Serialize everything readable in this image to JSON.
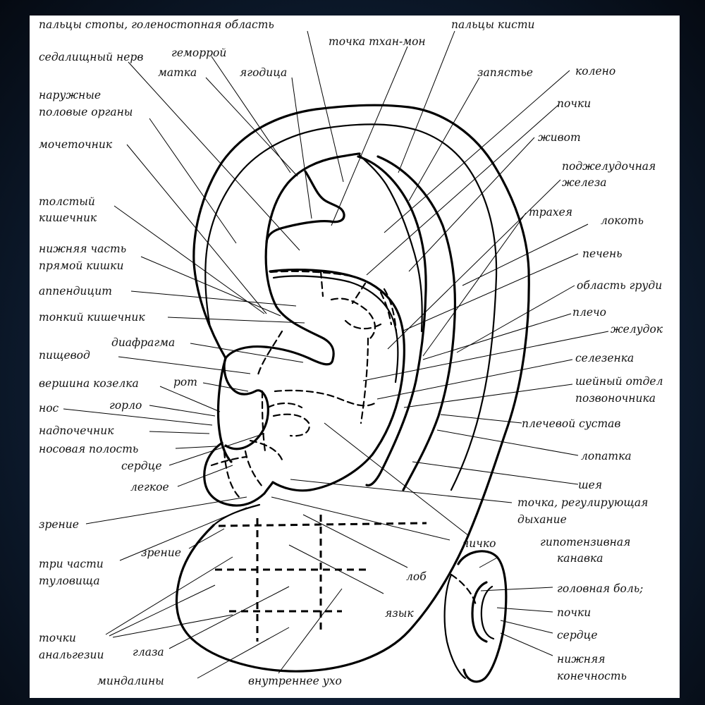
{
  "labels": {
    "toes": "пальцы стопы, голеностопная область",
    "thanmon": "точка тхан-мон",
    "fingers": "пальцы кисти",
    "sciatic": "седалищный нерв",
    "hemorrhoid": "геморрой",
    "uterus": "матка",
    "buttock": "ягодица",
    "wrist": "запястье",
    "knee": "колено",
    "genitals1": "наружные",
    "genitals2": "половые органы",
    "kidneys": "почки",
    "ureter": "мочеточник",
    "belly": "живот",
    "pancreas1": "поджелудочная",
    "pancreas2": "железа",
    "colon1": "толстый",
    "colon2": "кишечник",
    "trachea": "трахея",
    "elbow": "локоть",
    "rectum1": "нижняя часть",
    "rectum2": "прямой кишки",
    "liver": "печень",
    "appendix": "аппендицит",
    "chest": "область груди",
    "smallint": "тонкий кишечник",
    "shoulder": "плечо",
    "diaphragm": "диафрагма",
    "stomach": "желудок",
    "esophagus": "пищевод",
    "spleen": "селезенка",
    "mouth": "рот",
    "tragus": "вершина козелка",
    "cervical1": "шейный отдел",
    "cervical2": "позвоночника",
    "throat": "горло",
    "nose": "нос",
    "adrenal": "надпочечник",
    "shoulderjoint": "плечевой сустав",
    "nasal": "носовая полость",
    "scapula": "лопатка",
    "heart": "сердце",
    "lung": "легкое",
    "neck": "шея",
    "breath1": "точка, регулирующая",
    "breath2": "дыхание",
    "vision1": "зрение",
    "vision2": "зрение",
    "testicle": "яичко",
    "hypo1": "гипотензивная",
    "hypo2": "канавка",
    "torso1": "три части",
    "torso2": "туловища",
    "forehead": "лоб",
    "headache": "головная боль;",
    "tongue": "язык",
    "kidneys2": "почки",
    "analg1": "точки",
    "analg2": "анальгезии",
    "heart2": "сердце",
    "eyes": "глаза",
    "lowlimb1": "нижняя",
    "lowlimb2": "конечность",
    "tonsils": "миндалины",
    "innerear": "внутреннее ухо"
  }
}
